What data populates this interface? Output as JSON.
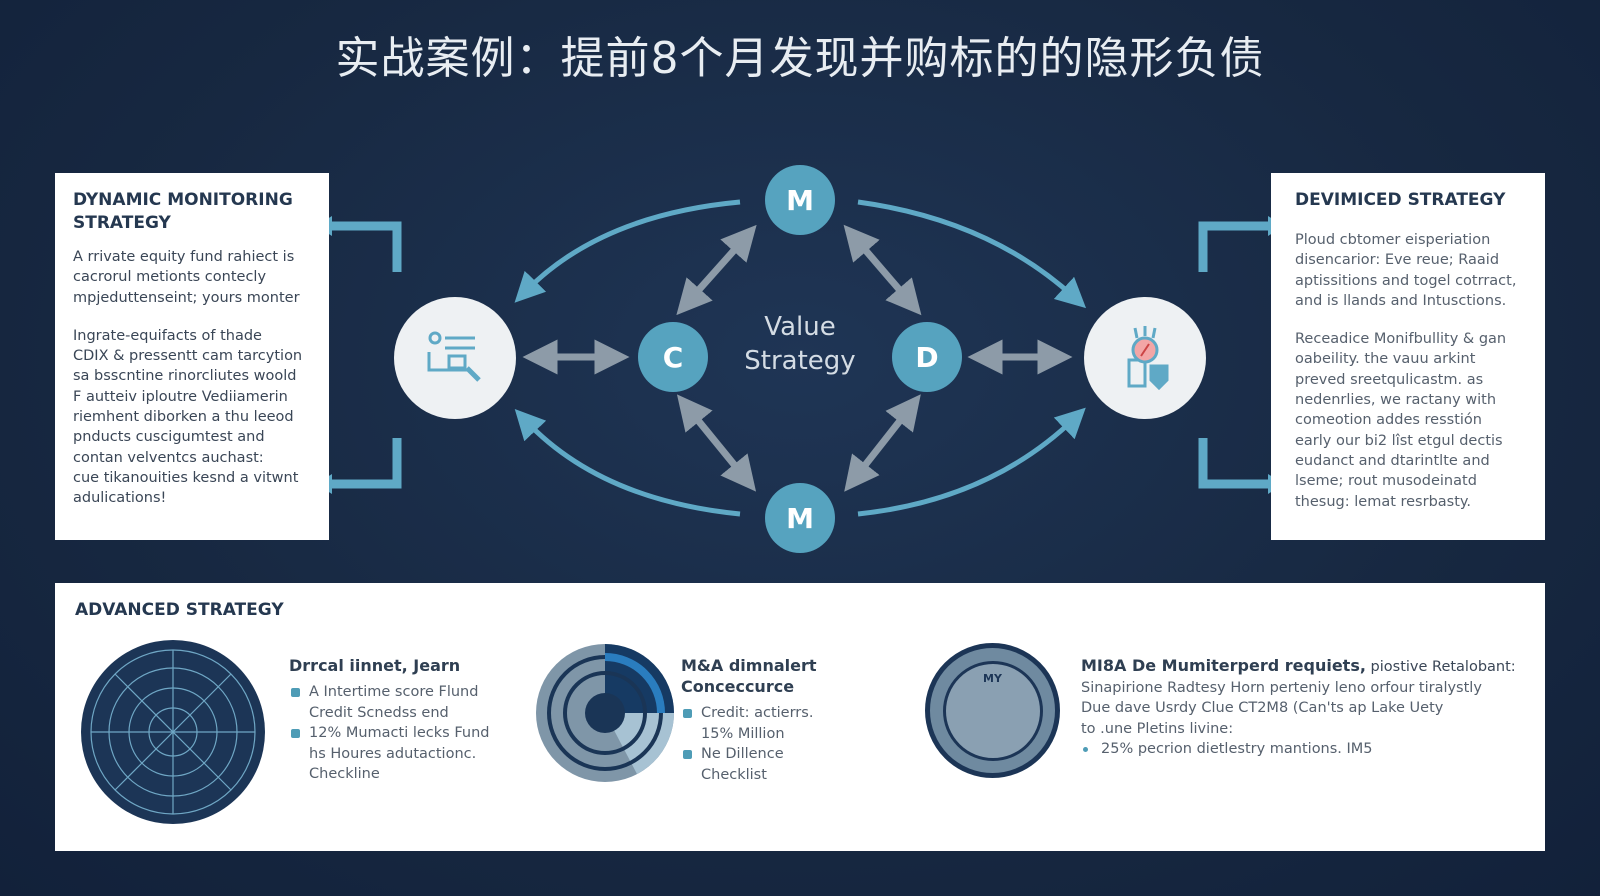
{
  "title": "实战案例：提前8个月发现并购标的的隐形负债",
  "left_panel": {
    "title": "DYNAMIC MONITORING STRATEGY",
    "paragraph1": "A rrivate equity fund rahiect is\ncacrorul metionts contecly\nmpjeduttenseint; yours monter",
    "paragraph2": "Ingrate-equifacts of thade\nCDIX & pressentt cam tarcytion\nsa bsscntine rinorcliutes woold\nF autteiv iploutre Vediiamerin\nriemhent diborken a thu leeod\npnducts cuscigumtest and\ncontan velventcs auchast:\ncue tikanouities kesnd a vitwnt\nadulications!"
  },
  "right_panel": {
    "title": "DEVIMICED STRATEGY",
    "paragraph1": "Ploud cbtomer eisperiation\ndisencarior: Eve reue; Raaid\naptissitions and togel cotrract,\nand is llands and Intusctions.",
    "paragraph2": "Receadice Monifbullity & gan\noabeility. the vauu arkint\npreved sreetqulicastm. as\nnedenrlies, we ractany with\ncomeotion addes resstión\nearly our bi2 lîst etgul dectis\neudanct and dtarintlte and\nlseme; rout musodeinatd\nthesug: lemat resrbasty."
  },
  "diagram": {
    "center_label_line1": "Value",
    "center_label_line2": "Strategy",
    "nodes": {
      "top": "M",
      "left": "C",
      "right": "D",
      "bottom": "M"
    },
    "left_icon": "document-search-icon",
    "right_icon": "shield-bug-icon",
    "colors": {
      "node": "#56a3bf",
      "outer_arrow": "#5fa9c6",
      "inner_arrow": "#8d9ba8",
      "background": "#1a2b45"
    }
  },
  "advanced": {
    "title": "ADVANCED STRATEGY",
    "items": [
      {
        "icon": "radar-icon",
        "title": "Drrcal iinnet, Jearn",
        "bullets": [
          "A Intertime score Flund\nCredit Scnedss end",
          "12% Mumacti lecks Fund\nhs Houres adutactionc.\nCheckline"
        ]
      },
      {
        "icon": "pie-chart-icon",
        "title": "M&A dimnalert\nConceccurce",
        "bullets": [
          "Credit: actierrs.\n15% Million",
          "Ne Dillence\nChecklist"
        ]
      },
      {
        "icon": "badge-emblem-icon",
        "badge_text": "MY",
        "title_bold": "MI8A De Mumiterperd requiets,",
        "title_rest": " piostive Retalobant:",
        "text": "Sinapirione Radtesy Horn perteniy leno orfour tiralystly\nDue dave Usrdy Clue CT2M8 (Can'ts ap Lake Uety\nto .une Pletins livine:",
        "bullets": [
          "25% pecrion dietlestry mantions. IM5"
        ]
      }
    ]
  }
}
